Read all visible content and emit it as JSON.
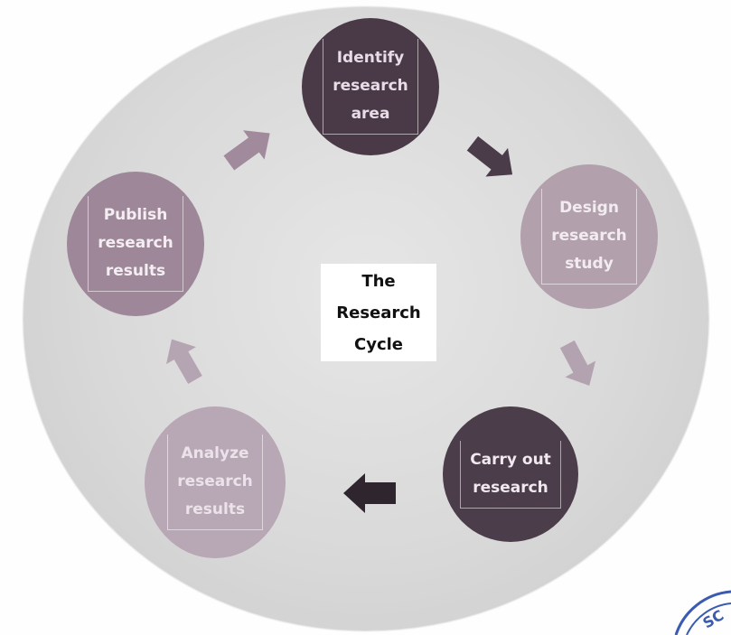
{
  "center": {
    "label": "The\nResearch\nCycle"
  },
  "nodes": [
    {
      "id": "identify",
      "label": "Identify\nresearch\narea",
      "fill": "#4a3a48",
      "text_color": "#e8dde6"
    },
    {
      "id": "design",
      "label": "Design\nresearch\nstudy",
      "fill": "#b2a0ad",
      "text_color": "#f2ecf0"
    },
    {
      "id": "carry",
      "label": "Carry out\nresearch",
      "fill": "#4b3d4a",
      "text_color": "#f0e9ef"
    },
    {
      "id": "analyze",
      "label": "Analyze\nresearch\nresults",
      "fill": "#b8a7b4",
      "text_color": "#ece3ea"
    },
    {
      "id": "publish",
      "label": "Publish\nresearch\nresults",
      "fill": "#9d8799",
      "text_color": "#f4eef3"
    }
  ],
  "arrows": [
    {
      "from": "publish",
      "to": "identify",
      "color": "#a08a9b"
    },
    {
      "from": "identify",
      "to": "design",
      "color": "#4a3c48"
    },
    {
      "from": "design",
      "to": "carry",
      "color": "#b3a3b0"
    },
    {
      "from": "carry",
      "to": "analyze",
      "color": "#2f252e"
    },
    {
      "from": "analyze",
      "to": "publish",
      "color": "#b5a5b2"
    }
  ],
  "colors": {
    "backdrop": "#d9d9d9",
    "stamp": "#3a5bb0"
  },
  "stamp_text": "SC"
}
